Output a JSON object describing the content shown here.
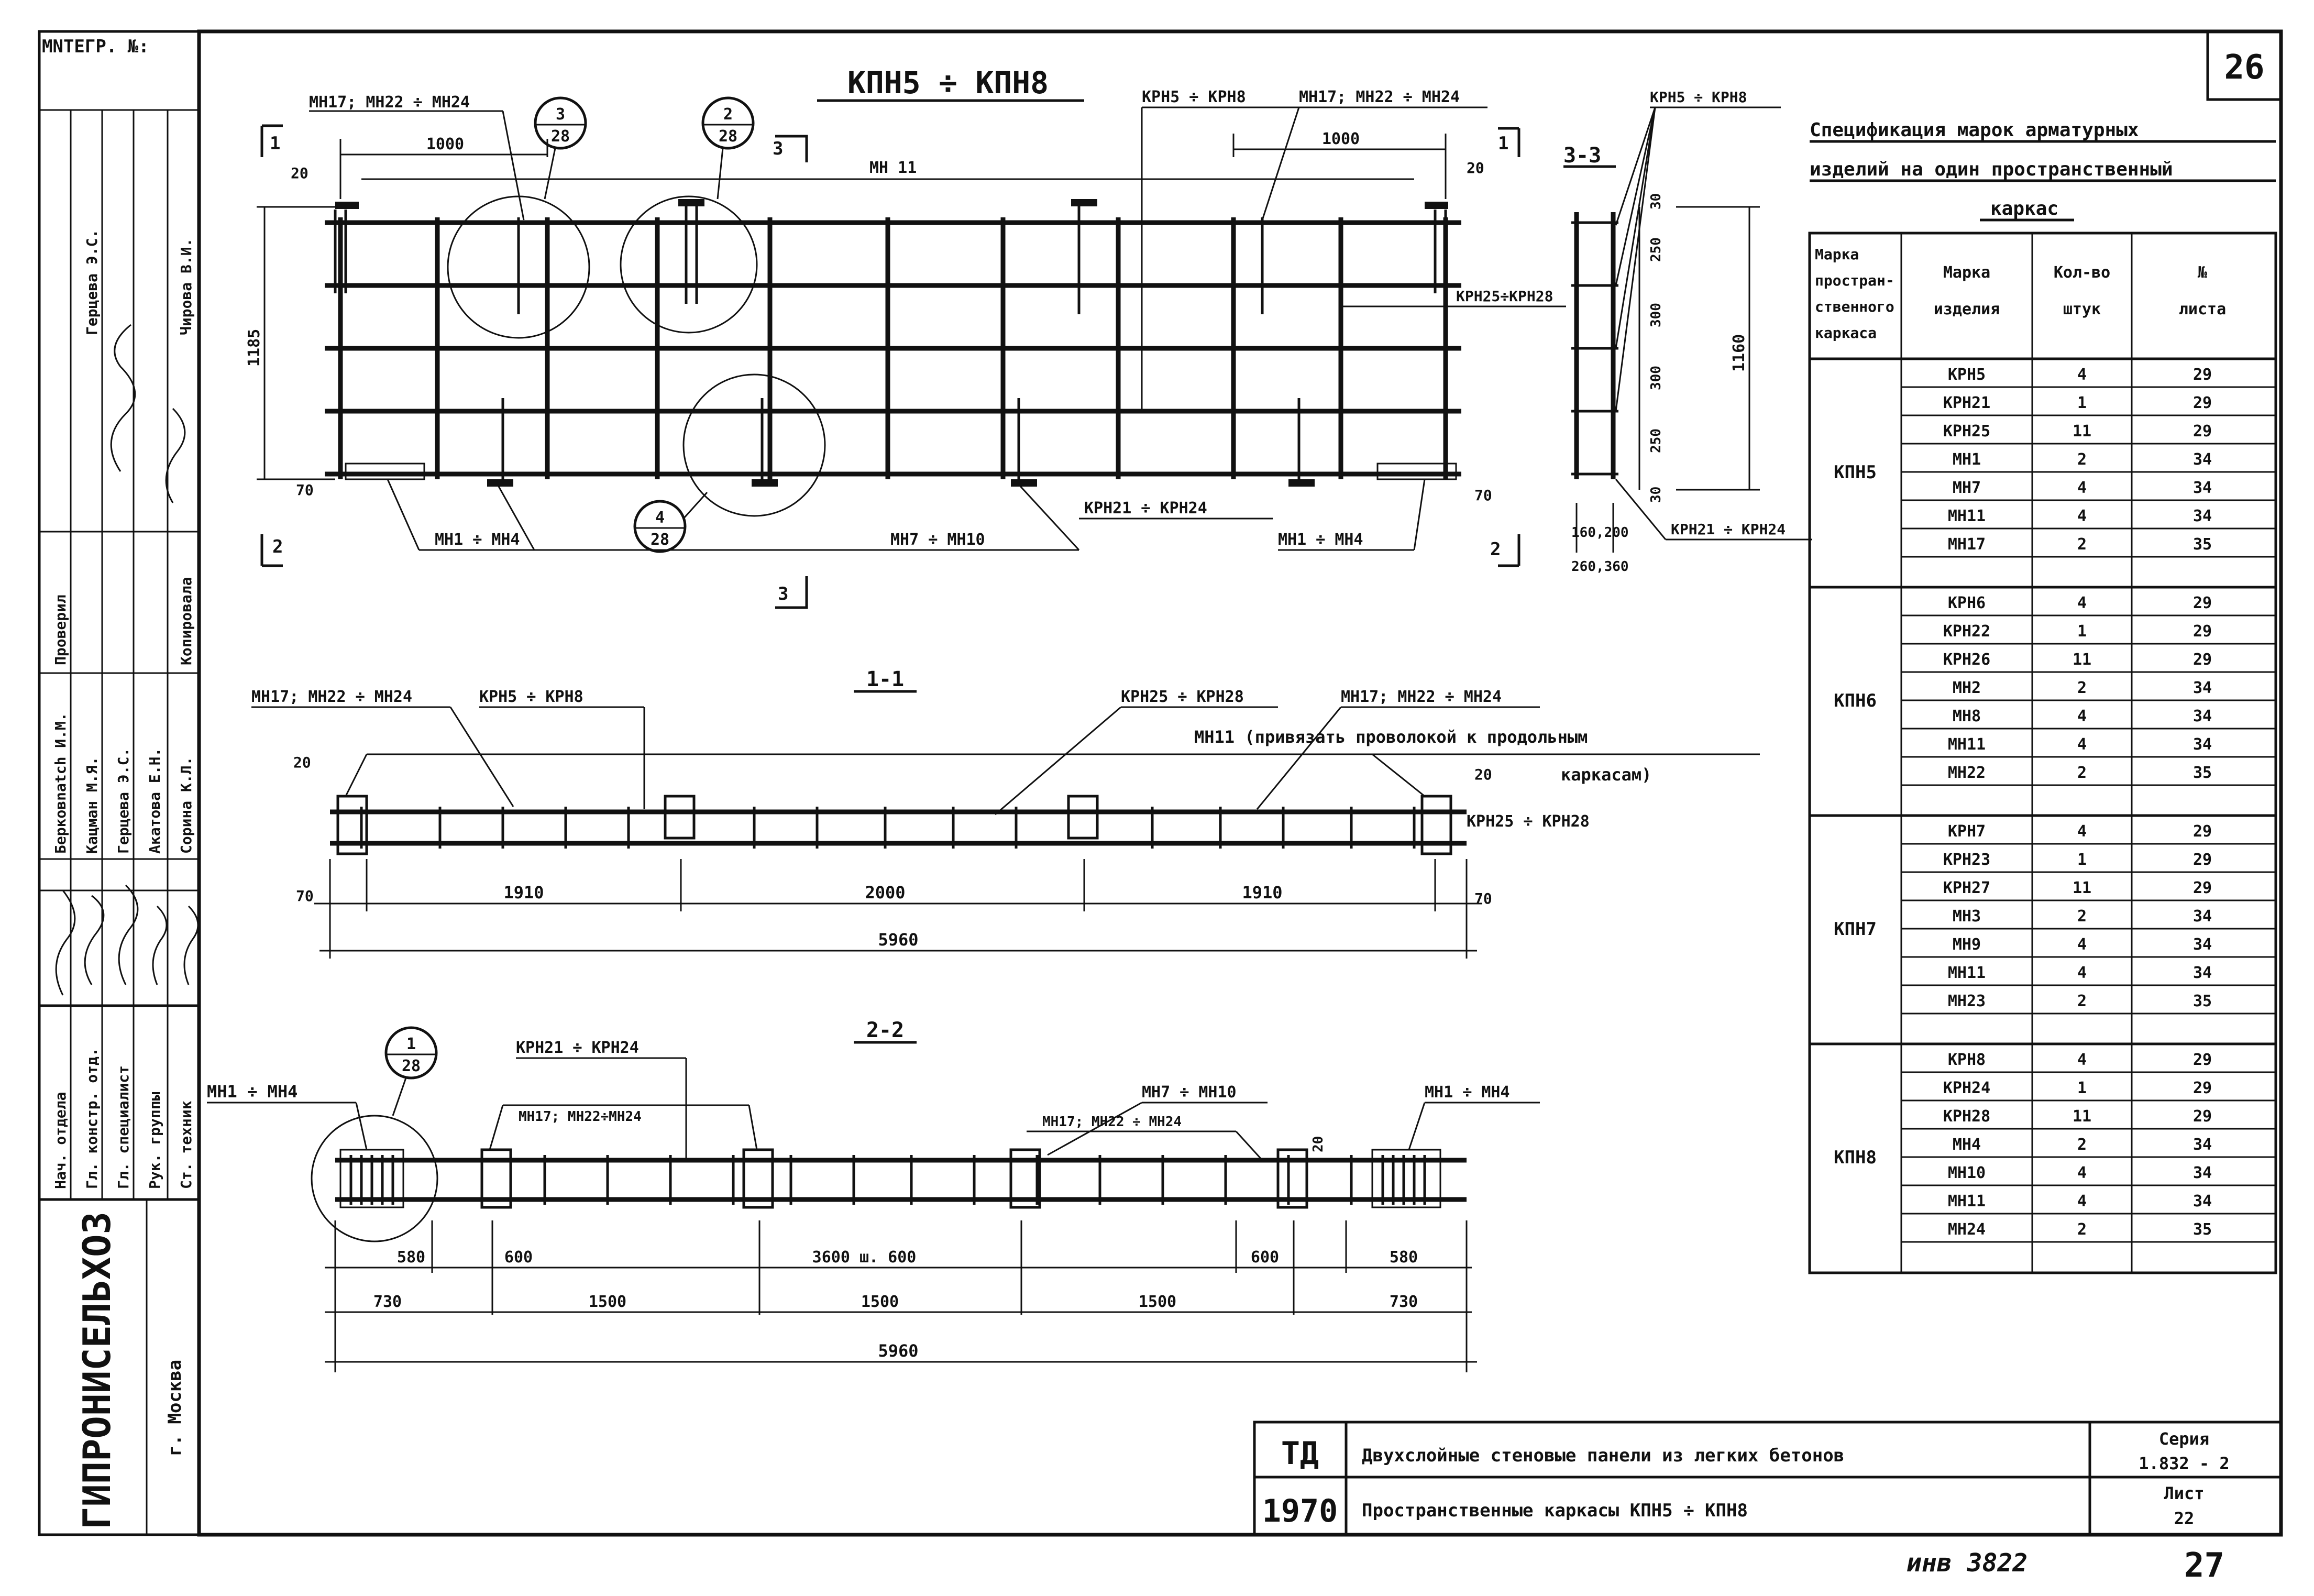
{
  "sheet_number": "26",
  "title": "КПН5 ÷ КПН8",
  "drawing": {
    "plan": {
      "lbl_mn17_mn22_24": "МН17; МН22 ÷ МН24",
      "lbl_kpn5_8_top": "КРН5 ÷ КРН8",
      "lbl_mn17_mn22_24_right": "МН17; МН22 ÷ МН24",
      "lbl_mn11": "МН 11",
      "dim_1000_left": "1000",
      "dim_1000_right": "1000",
      "dim_20_left": "20",
      "dim_20_right": "20",
      "dim_1185": "1185",
      "dim_70_left": "70",
      "dim_70_right": "70",
      "lbl_krn25_28": "КРН25÷КРН28",
      "lbl_mn1_4_left": "МН1 ÷ МН4",
      "lbl_mn1_4_right": "МН1 ÷ МН4",
      "lbl_mn7_10": "МН7 ÷ МН10",
      "lbl_krn21_24": "КРН21 ÷ КРН24",
      "cut_1_left": "1",
      "cut_1_right": "1",
      "cut_2_left": "2",
      "cut_2_right": "2",
      "cut_3_top": "3",
      "cut_3_bottom": "3",
      "callout_3_num": "3",
      "callout_3_den": "28",
      "callout_2_num": "2",
      "callout_2_den": "28",
      "callout_4_num": "4",
      "callout_4_den": "28"
    },
    "section33": {
      "title": "3-3",
      "lbl_kpn5_8": "КРН5 ÷ КРН8",
      "dim_30_top": "30",
      "dim_250_top": "250",
      "dim_300_a": "300",
      "dim_300_b": "300",
      "dim_250_bot": "250",
      "dim_30_bot": "30",
      "dim_1160": "1160",
      "dim_160_200": "160,200",
      "dim_260_360": "260,360",
      "lbl_krn21_24": "КРН21 ÷ КРН24"
    },
    "section11": {
      "title": "1-1",
      "lbl_mn17_left": "МН17; МН22 ÷ МН24",
      "lbl_kpn5_8": "КРН5 ÷ КРН8",
      "lbl_krn25_28": "КРН25 ÷ КРН28",
      "lbl_mn17_right": "МН17; МН22 ÷ МН24",
      "lbl_mn11_note": "МН11 (привязать проволокой к продольным",
      "lbl_mn11_note2": "каркасам)",
      "lbl_krn25_28_right": "КРН25 ÷ КРН28",
      "dim_20_left": "20",
      "dim_20_right": "20",
      "dim_70_left": "70",
      "dim_70_right": "70",
      "dim_1910_left": "1910",
      "dim_2000": "2000",
      "dim_1910_right": "1910",
      "dim_5960": "5960"
    },
    "section22": {
      "title": "2-2",
      "callout_1_num": "1",
      "callout_1_den": "28",
      "lbl_mn1_4_left": "МН1 ÷ МН4",
      "lbl_krn21_24": "КРН21 ÷ КРН24",
      "lbl_mn17_a": "МН17; МН22÷МН24",
      "lbl_mn7_10": "МН7 ÷ МН10",
      "lbl_mn17_b": "МН17; МН22 ÷ МН24",
      "lbl_mn1_4_right": "МН1 ÷ МН4",
      "dim_20": "20",
      "dim_580_left": "580",
      "dim_600_left": "600",
      "dim_3600": "3600  ш. 600",
      "dim_600_right": "600",
      "dim_580_right": "580",
      "dim_730_left": "730",
      "dim_1500_a": "1500",
      "dim_1500_b": "1500",
      "dim_1500_c": "1500",
      "dim_730_right": "730",
      "dim_5960": "5960"
    }
  },
  "spec": {
    "title_line1": "Спецификация марок арматурных",
    "title_line2": "изделий на один пространственный",
    "title_line3": "каркас",
    "headers": [
      "Марка простран-ственного каркаса",
      "Марка изделия",
      "Кол-во штук",
      "№ листа"
    ],
    "header_lines": [
      [
        "Марка",
        "простран-",
        "ственного",
        "каркаса"
      ],
      [
        "Марка",
        "изделия"
      ],
      [
        "Кол-во",
        "штук"
      ],
      [
        "№",
        "листа"
      ]
    ],
    "groups": [
      {
        "mark": "КПН5",
        "rows": [
          [
            "КРН5",
            "4",
            "29"
          ],
          [
            "КРН21",
            "1",
            "29"
          ],
          [
            "КРН25",
            "11",
            "29"
          ],
          [
            "МН1",
            "2",
            "34"
          ],
          [
            "МН7",
            "4",
            "34"
          ],
          [
            "МН11",
            "4",
            "34"
          ],
          [
            "МН17",
            "2",
            "35"
          ]
        ]
      },
      {
        "mark": "КПН6",
        "rows": [
          [
            "КРН6",
            "4",
            "29"
          ],
          [
            "КРН22",
            "1",
            "29"
          ],
          [
            "КРН26",
            "11",
            "29"
          ],
          [
            "МН2",
            "2",
            "34"
          ],
          [
            "МН8",
            "4",
            "34"
          ],
          [
            "МН11",
            "4",
            "34"
          ],
          [
            "МН22",
            "2",
            "35"
          ]
        ]
      },
      {
        "mark": "КПН7",
        "rows": [
          [
            "КРН7",
            "4",
            "29"
          ],
          [
            "КРН23",
            "1",
            "29"
          ],
          [
            "КРН27",
            "11",
            "29"
          ],
          [
            "МН3",
            "2",
            "34"
          ],
          [
            "МН9",
            "4",
            "34"
          ],
          [
            "МН11",
            "4",
            "34"
          ],
          [
            "МН23",
            "2",
            "35"
          ]
        ]
      },
      {
        "mark": "КПН8",
        "rows": [
          [
            "КРН8",
            "4",
            "29"
          ],
          [
            "КРН24",
            "1",
            "29"
          ],
          [
            "КРН28",
            "11",
            "29"
          ],
          [
            "МН4",
            "2",
            "34"
          ],
          [
            "МН10",
            "4",
            "34"
          ],
          [
            "МН11",
            "4",
            "34"
          ],
          [
            "МН24",
            "2",
            "35"
          ]
        ]
      }
    ]
  },
  "side_stamp": {
    "org": "ГИПРОНИСЕЛЬХОЗ",
    "city": "г. Москва",
    "corner": "ΜΝΤΕΓΡ. №:",
    "roles": [
      "Нач. отдела",
      "Гл. констр. отд.",
      "Гл. специалист",
      "Рук. группы",
      "Ст. техник"
    ],
    "names": [
      "Берковnatch И.М.",
      "Кацман М.Я.",
      "Герцева Э.С.",
      "Акатова Е.Н.",
      "Сорина К.Л."
    ],
    "checked_label": "Проверил",
    "checked_name": "Герцева Э.С.",
    "copied_label": "Копировала",
    "copied_name": "Чирова В.И."
  },
  "title_block": {
    "td": "ТД",
    "year": "1970",
    "line1": "Двухслойные стеновые панели из легких бетонов",
    "line2": "Пространственные каркасы  КПН5 ÷ КПН8",
    "series_label": "Серия",
    "series_value": "1.832 - 2",
    "sheet_label": "Лист",
    "sheet_value": "22"
  },
  "footer": {
    "inv": "инв 3822",
    "page": "27"
  }
}
